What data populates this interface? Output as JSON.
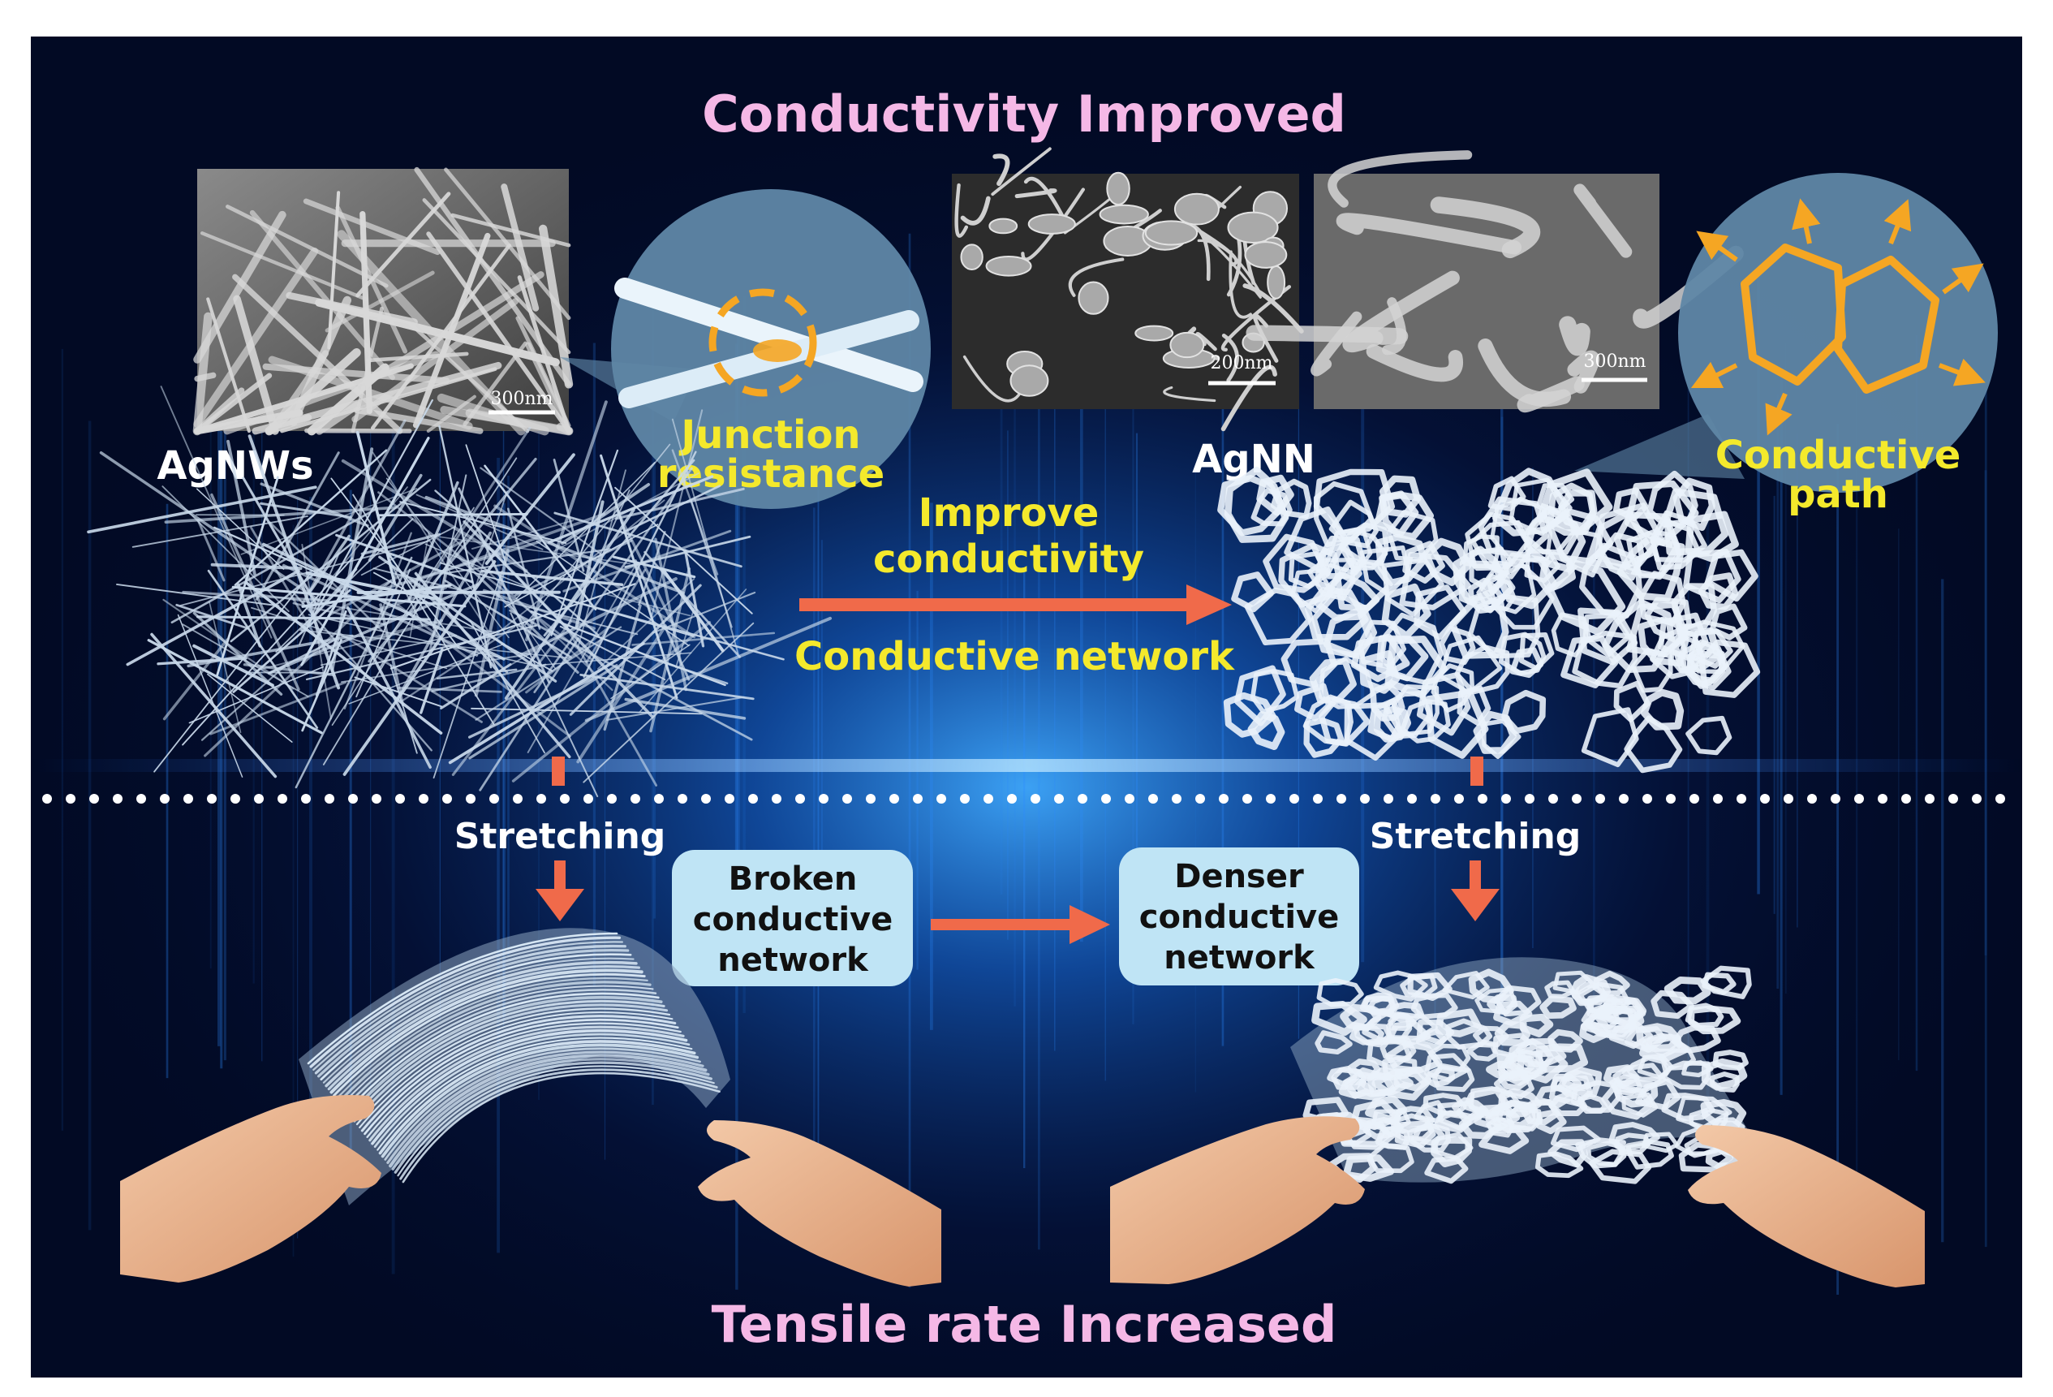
{
  "title_top": "Conductivity  Improved",
  "title_bottom": "Tensile rate Increased",
  "left": {
    "name": "AgNWs",
    "sem_scale": "300nm",
    "callout_line1": "Junction",
    "callout_line2": "resistance"
  },
  "right": {
    "name": "AgNN",
    "sem_scale_1": "200nm",
    "sem_scale_2": "300nm",
    "callout_line1": "Conductive",
    "callout_line2": "path"
  },
  "center": {
    "arrow_label_1": "Improve",
    "arrow_label_2": "conductivity",
    "arrow_label_3": "Conductive network"
  },
  "stretch_left": "Stretching",
  "stretch_right": "Stretching",
  "box_left": [
    "Broken",
    "conductive",
    "network"
  ],
  "box_right": [
    "Denser",
    "conductive",
    "network"
  ],
  "colors": {
    "background": "#020a24",
    "accent_pink": "#f5b8e6",
    "accent_yellow": "#f4e92c",
    "arrow_orange": "#f06a4a",
    "box_fill": "#bfe4f5",
    "callout_fill": "#5f87a6",
    "junction_orange": "#f5a623"
  }
}
